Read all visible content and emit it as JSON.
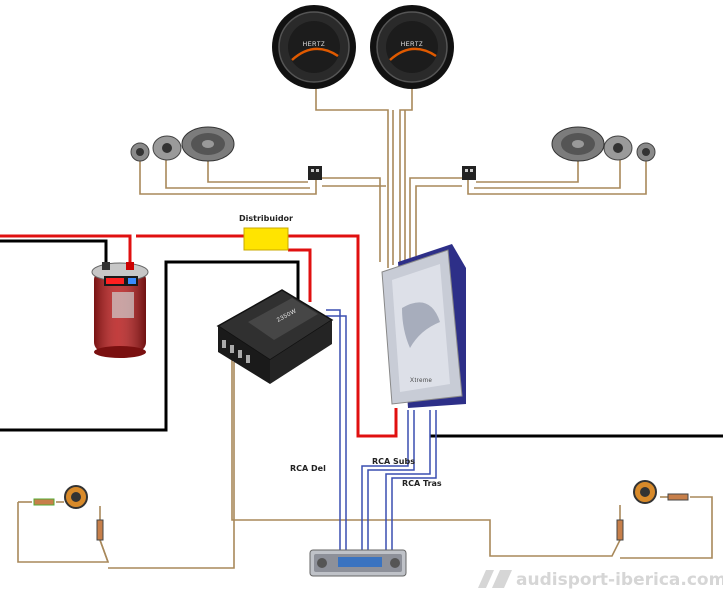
{
  "labels": {
    "distributor": "Distribuidor",
    "rca_front": "RCA Del",
    "rca_subs": "RCA Subs",
    "rca_rear": "RCA Tras"
  },
  "subwoofers": {
    "brand": "HERTZ"
  },
  "amp_small": {
    "model": "2350W"
  },
  "watermark": {
    "text": "audisport-iberica.com"
  },
  "colors": {
    "power_wire": "#e01010",
    "ground_wire": "#000000",
    "speaker_wire": "#a8885a",
    "rca_wire": "#3a4fb0",
    "fuse_holder": "#ffe400",
    "capacitor": "#b81c1c"
  }
}
